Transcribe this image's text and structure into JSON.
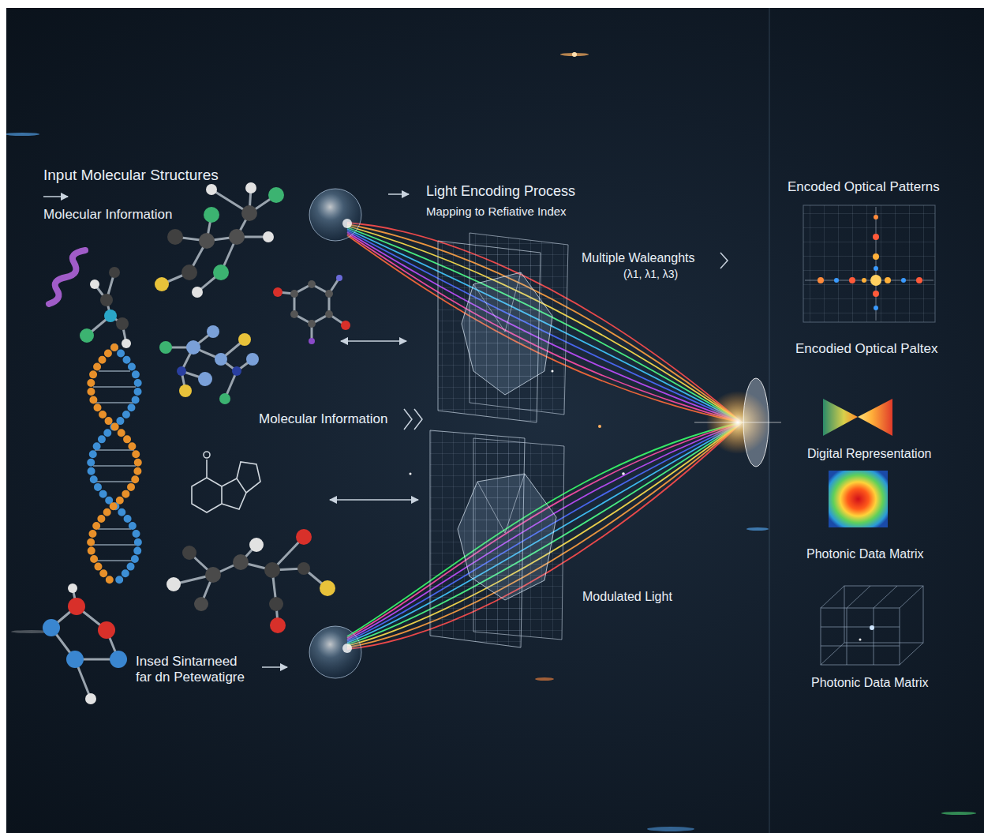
{
  "diagram": {
    "labels": [
      "Input Molecular Structures",
      "Molecular Information",
      "Light Encoding Process",
      "Mapping to Refiative Index",
      "Multiple Waleanghts",
      "(λ1, λ1, λ3)",
      "Molecular Information",
      "Modulated Light",
      "Insed Sintarneed far dn Petewatigre",
      "Encoded Optical Patterns",
      "Encodied Optical Paltex",
      "Digital Representation",
      "Photonic Data Matrix",
      "Photonic Data Matrix"
    ]
  }
}
